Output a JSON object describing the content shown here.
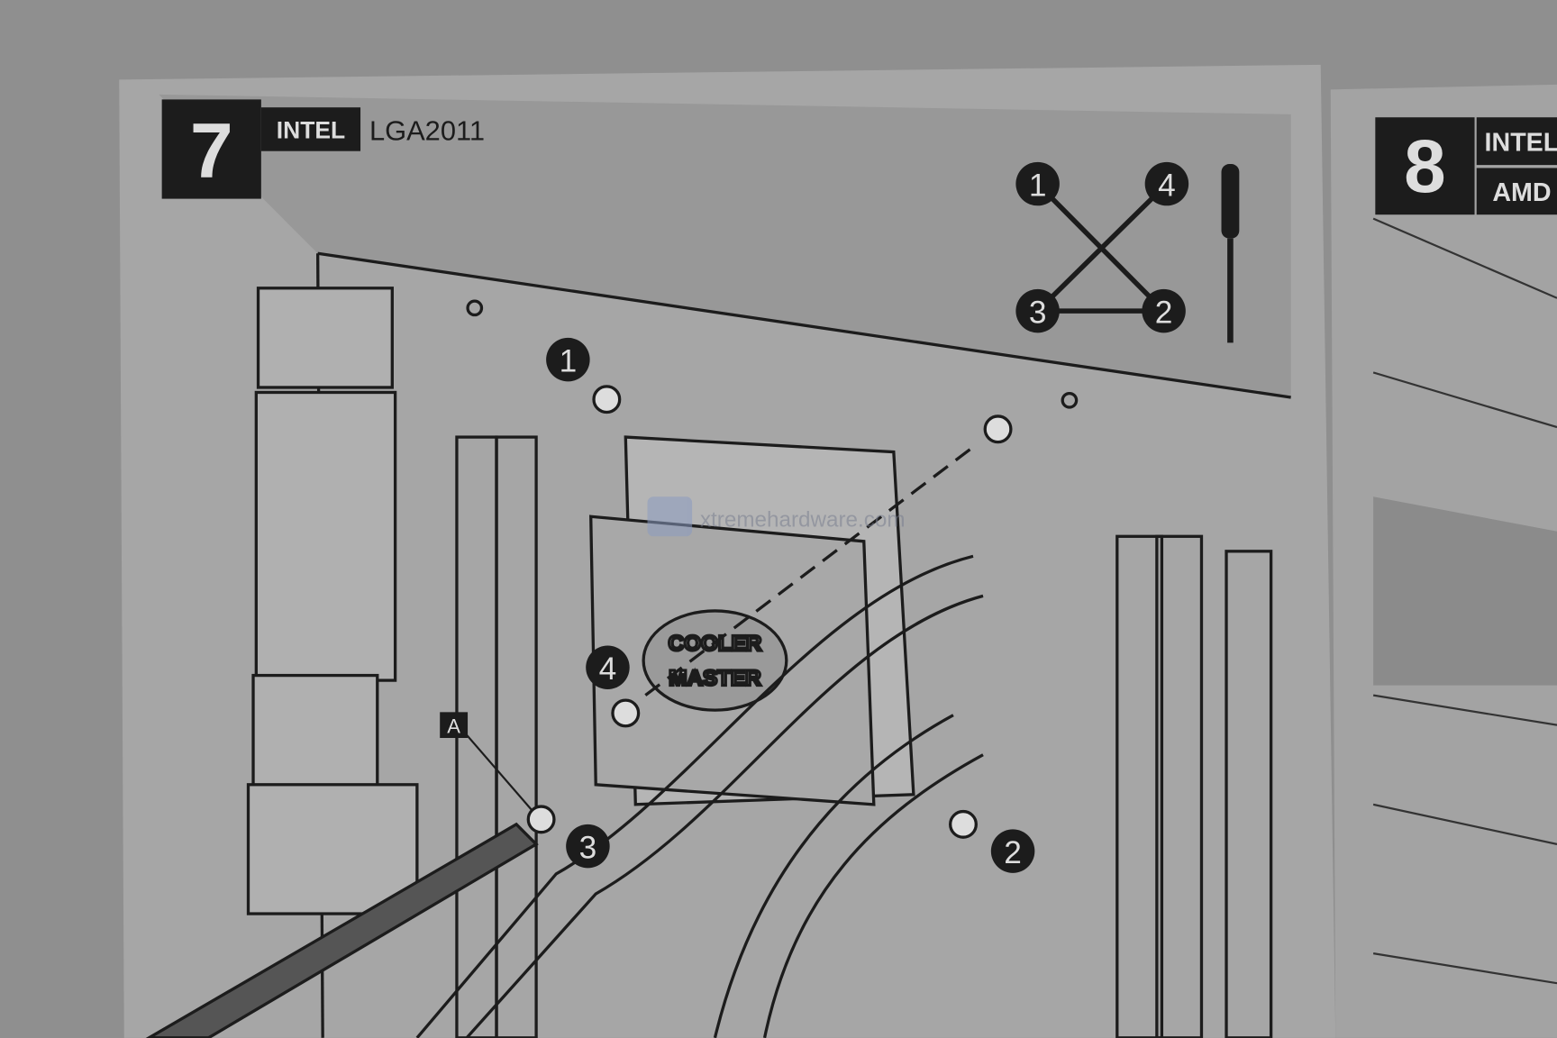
{
  "step7": {
    "number": "7",
    "platform": "INTEL",
    "socket": "LGA2011",
    "sequence_labels": [
      "1",
      "4",
      "3",
      "2"
    ],
    "screw_callouts": [
      "1",
      "4",
      "3",
      "2"
    ],
    "detail_label": "A",
    "logo_text": [
      "COOLER",
      "MASTER"
    ]
  },
  "step8": {
    "number": "8",
    "platforms": [
      "INTEL",
      "AMD"
    ]
  },
  "watermark": "xtremehardware.com",
  "colors": {
    "page": "#a9a9a9",
    "panel": "#999999",
    "ink": "#1c1c1c",
    "background": "#8e8e8e"
  }
}
